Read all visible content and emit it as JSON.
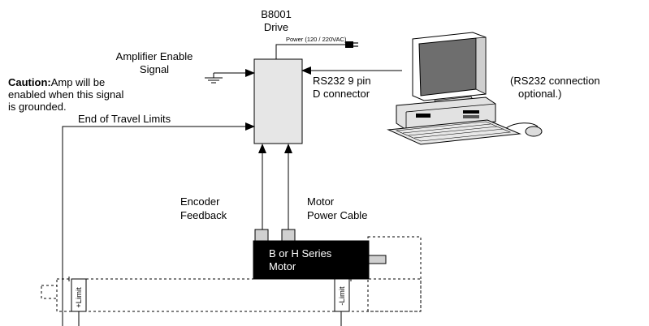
{
  "drive": {
    "model": "B8001",
    "label": "Drive",
    "power": "Power (120 / 220VAC)"
  },
  "enable": {
    "line1": "Amplifier Enable",
    "line2": "Signal"
  },
  "caution": {
    "prefix": "Caution:",
    "line1": "Amp will be",
    "line2": "enabled when this signal",
    "line3": "is grounded."
  },
  "eot": "End of Travel Limits",
  "rs232": {
    "line1": "RS232 9 pin",
    "line2": "D connector"
  },
  "rs232_note": {
    "line1": "(RS232 connection",
    "line2": "optional.)"
  },
  "encoder": {
    "line1": "Encoder",
    "line2": "Feedback"
  },
  "motor_cable": {
    "line1": "Motor",
    "line2": "Power Cable"
  },
  "motor": {
    "line1": "B or H Series",
    "line2": "Motor"
  },
  "limits": {
    "plus": "+Limit",
    "minus": "-Limit"
  }
}
